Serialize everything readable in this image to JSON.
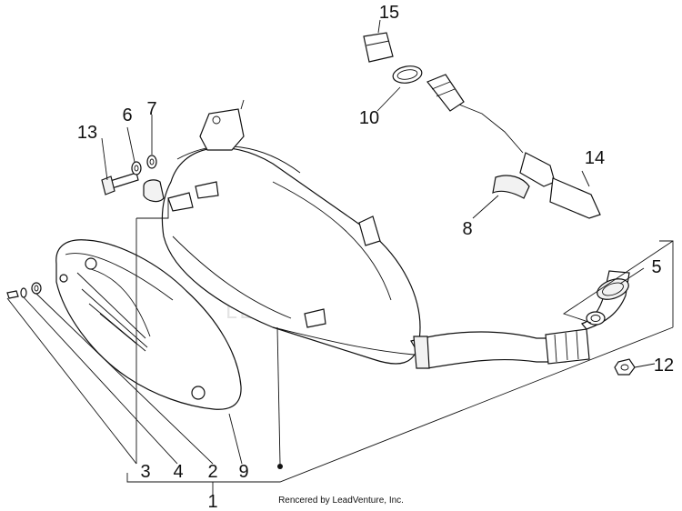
{
  "title": "",
  "watermark": "LEADVENTURE",
  "credit": "Rencered by LeadVenture, Inc.",
  "callouts": {
    "c1": "1",
    "c2": "2",
    "c3": "3",
    "c4": "4",
    "c5": "5",
    "c6": "6",
    "c7": "7",
    "c8": "8",
    "c9": "9",
    "c10": "10",
    "c12": "12",
    "c13": "13",
    "c14": "14",
    "c15": "15"
  },
  "colors": {
    "line": "#111111",
    "watermark": "#e3e3e3",
    "background": "#ffffff"
  }
}
